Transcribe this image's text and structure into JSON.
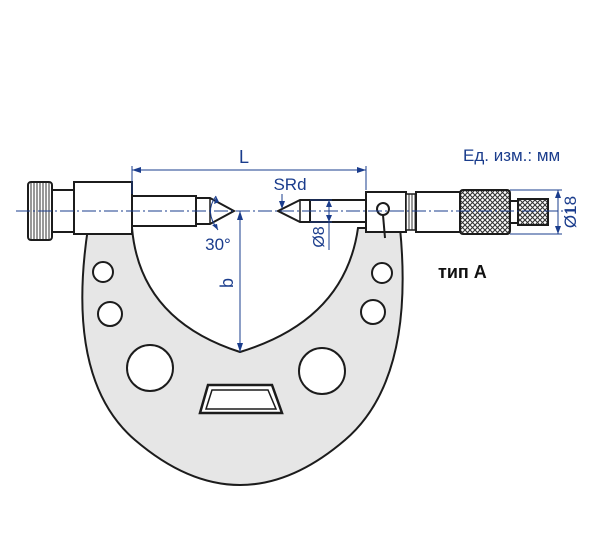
{
  "units_note": "Ед. изм.: мм",
  "type_label": "тип A",
  "dimensions": {
    "length": "L",
    "sphere_radius": "SRd",
    "angle": "30°",
    "height": "b",
    "tip_diameter": "Ø8",
    "thimble_diameter": "Ø18"
  },
  "colors": {
    "outline": "#1c1c1c",
    "frame_fill": "#e6e6e6",
    "label": "#1a3c8c"
  }
}
